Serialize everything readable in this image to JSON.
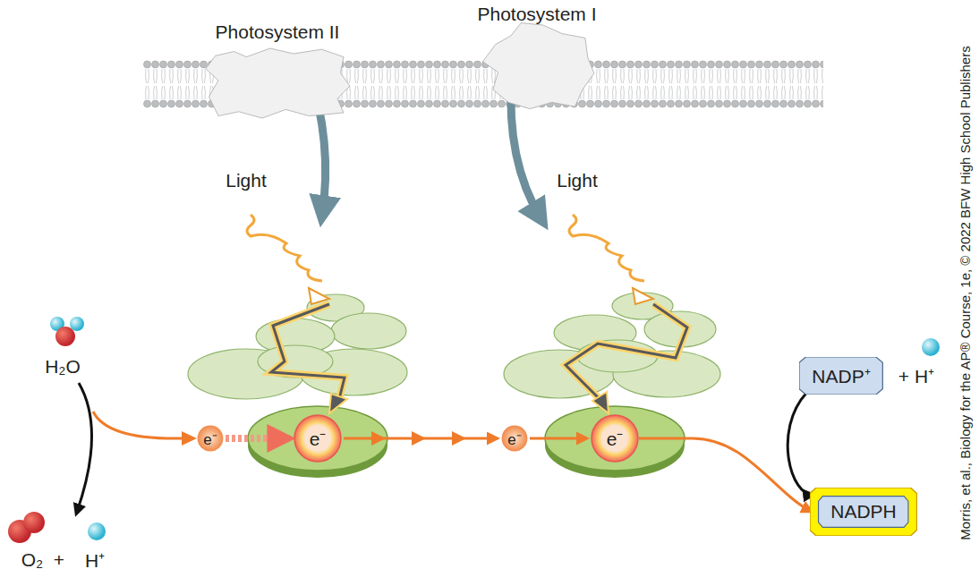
{
  "diagram": {
    "nodes": [
      {
        "text": [
          "Photosystem II"
        ]
      },
      {
        "text": [
          "Photosystem I"
        ]
      },
      {
        "text": [
          "e⁻"
        ]
      },
      {
        "text": [
          "e⁻"
        ]
      },
      {
        "text": [
          "e⁻"
        ]
      },
      {
        "text": [
          "e⁻"
        ]
      },
      {
        "text": [
          "NADP⁺"
        ]
      },
      {
        "text": [
          "NADPH"
        ]
      }
    ],
    "edges": [
      {
        "from": 2,
        "to": 3,
        "arrow": "to"
      },
      {
        "from": 3,
        "to": 4,
        "arrow": "to"
      },
      {
        "from": 4,
        "to": 5,
        "arrow": "to"
      },
      {
        "from": 5,
        "to": 7,
        "arrow": "to"
      },
      {
        "from": 6,
        "to": 7,
        "arrow": "to"
      }
    ],
    "labels": [
      "Light",
      "Light",
      "H₂O",
      "O₂",
      "+",
      "H⁺",
      "+ H⁺",
      "Morris, et al., Biology for the AP® Course, 1e, © 2022 BFW High School Publishers"
    ]
  }
}
